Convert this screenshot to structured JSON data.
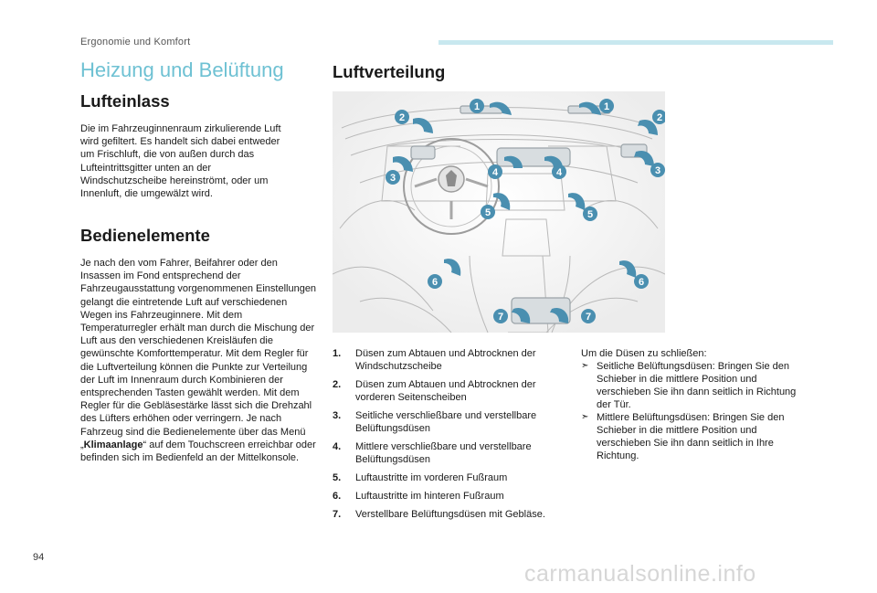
{
  "header": {
    "section": "Ergonomie und Komfort"
  },
  "page_title": "Heizung und Belüftung",
  "lufteinlass": {
    "heading": "Lufteinlass",
    "text": "Die im Fahrzeuginnenraum zirkulierende Luft wird gefiltert. Es handelt sich dabei entweder um Frischluft, die von außen durch das Lufteintrittsgitter unten an der Windschutzscheibe hereinströmt, oder um Innenluft, die umgewälzt wird."
  },
  "bedienelemente": {
    "heading": "Bedienelemente",
    "text_before": "Je nach den vom Fahrer, Beifahrer oder den Insassen im Fond entsprechend der Fahrzeugausstattung vorgenommenen Einstellungen gelangt die eintretende Luft auf verschiedenen Wegen ins Fahrzeuginnere. Mit dem Temperaturregler erhält man durch die Mischung der Luft aus den verschiedenen Kreisläufen die gewünschte Komforttemperatur. Mit dem Regler für die Luftverteilung können die Punkte zur Verteilung der Luft im Innenraum durch Kombinieren der entsprechenden Tasten gewählt werden. Mit dem Regler für die Gebläsestärke lässt sich die Drehzahl des Lüfters erhöhen oder verringern. Je nach Fahrzeug sind die Bedienelemente über das Menü „",
    "menu_name": "Klimaanlage",
    "text_after": "“ auf dem Touchscreen erreichbar oder befinden sich im Bedienfeld an der Mittelkonsole."
  },
  "luftverteilung": {
    "heading": "Luftverteilung",
    "callout_numbers": [
      "1",
      "1",
      "2",
      "2",
      "3",
      "3",
      "4",
      "4",
      "5",
      "5",
      "6",
      "6",
      "7",
      "7"
    ],
    "items": [
      {
        "num": "1.",
        "text": "Düsen zum Abtauen und Abtrocknen der Windschutzscheibe"
      },
      {
        "num": "2.",
        "text": "Düsen zum Abtauen und Abtrocknen der vorderen Seitenscheiben"
      },
      {
        "num": "3.",
        "text": "Seitliche verschließbare und verstellbare Belüftungsdüsen"
      },
      {
        "num": "4.",
        "text": "Mittlere verschließbare und verstellbare Belüftungsdüsen"
      },
      {
        "num": "5.",
        "text": "Luftaustritte im vorderen Fußraum"
      },
      {
        "num": "6.",
        "text": "Luftaustritte im hinteren Fußraum"
      },
      {
        "num": "7.",
        "text": "Verstellbare Belüftungsdüsen mit Gebläse."
      }
    ]
  },
  "close_vents": {
    "intro": "Um die Düsen zu schließen:",
    "bullet_icon": "chevron-right-icon",
    "items": [
      "Seitliche Belüftungsdüsen: Bringen Sie den Schieber in die mittlere Position und verschieben Sie ihn dann seitlich in Richtung der Tür.",
      "Mittlere Belüftungsdüsen: Bringen Sie den Schieber in die mittlere Position und verschieben Sie ihn dann seitlich in Ihre Richtung."
    ]
  },
  "footer": {
    "page_number": "94",
    "watermark": "carmanualsonline.info"
  },
  "colors": {
    "accent": "#6ec1d3",
    "callout": "#4a8fb0",
    "line": "#c8e8ef"
  }
}
